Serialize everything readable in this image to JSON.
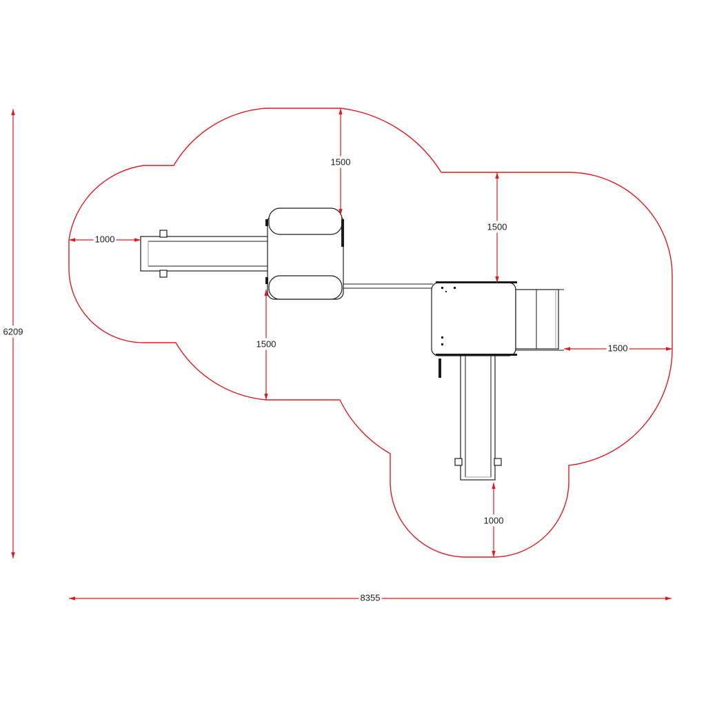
{
  "colors": {
    "dimension": "#e0191f",
    "equipment": "#1a1a1a",
    "background": "#ffffff"
  },
  "dimensions": {
    "overall_width": "8355",
    "overall_height": "6209",
    "left_clearance": "1000",
    "top_clearance_left": "1500",
    "top_clearance_right": "1500",
    "bottom_clearance_left": "1500",
    "right_clearance": "1500",
    "bottom_clearance_slide": "1000"
  }
}
